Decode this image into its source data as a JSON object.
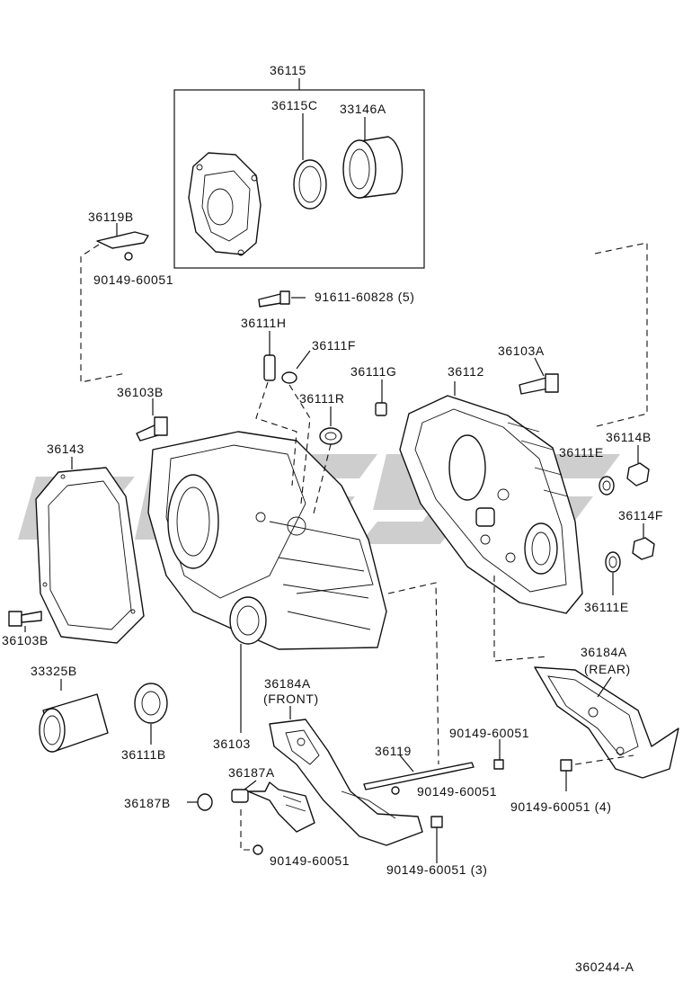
{
  "figure_code": "360244-A",
  "callouts": {
    "p36115": "36115",
    "p36115C": "36115C",
    "p33146A": "33146A",
    "p36119B": "36119B",
    "p90149_top": "90149-60051",
    "p91611": "91611-60828 (5)",
    "p36111H": "36111H",
    "p36111F": "36111F",
    "p36111G": "36111G",
    "p36112": "36112",
    "p36103A": "36103A",
    "p36103B_top": "36103B",
    "p36111R": "36111R",
    "p36143": "36143",
    "p36111E_a": "36111E",
    "p36114B": "36114B",
    "p36114F": "36114F",
    "p36111E_b": "36111E",
    "p36103B_bottom": "36103B",
    "p33325B": "33325B",
    "p36111B": "36111B",
    "p36103": "36103",
    "p36184A_front": "36184A",
    "p_front": "(FRONT)",
    "p36184A_rear": "36184A",
    "p_rear": "(REAR)",
    "p36119": "36119",
    "p90149_mid_right": "90149-60051",
    "p90149_mid": "90149-60051",
    "p90149_4": "90149-60051 (4)",
    "p36187A": "36187A",
    "p36187B": "36187B",
    "p90149_bottom": "90149-60051",
    "p90149_3": "90149-60051 (3)"
  },
  "colors": {
    "line": "#111111",
    "watermark": "#8a8a8a",
    "background": "#ffffff"
  }
}
